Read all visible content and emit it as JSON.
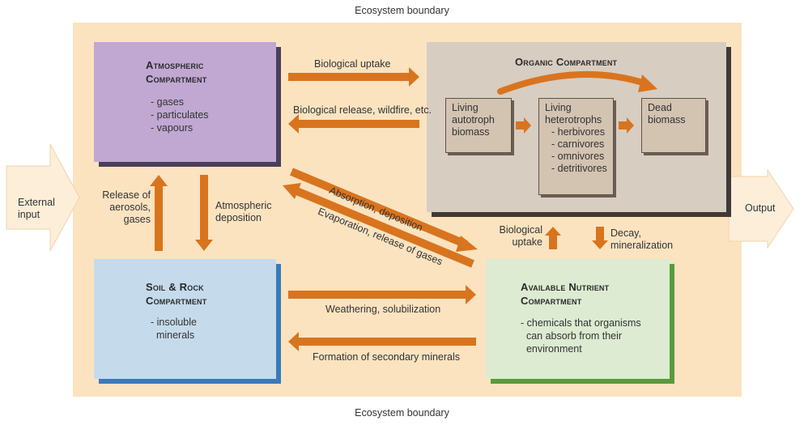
{
  "boundary": {
    "top_label": "Ecosystem boundary",
    "bottom_label": "Ecosystem boundary"
  },
  "io": {
    "external_input": "External\ninput",
    "output": "Output"
  },
  "compartments": {
    "atmospheric": {
      "title": "Atmospheric\nCompartment",
      "items": [
        "- gases",
        "- particulates",
        "- vapours"
      ]
    },
    "organic": {
      "title": "Organic Compartment",
      "living_autotroph": "Living\nautotroph\nbiomass",
      "living_heterotrophs": "Living\nheterotrophs",
      "heterotroph_items": [
        "- herbivores",
        "- carnivores",
        "- omnivores",
        "- detritivores"
      ],
      "dead_biomass": "Dead\nbiomass"
    },
    "soil_rock": {
      "title": "Soil & Rock\nCompartment",
      "items": [
        "- insoluble\n  minerals"
      ]
    },
    "nutrient": {
      "title": "Available Nutrient\nCompartment",
      "description": "- chemicals that organisms\n  can absorb from their\n  environment"
    }
  },
  "flows": {
    "biological_uptake_top": "Biological uptake",
    "biological_release": "Biological release, wildfire, etc.",
    "release_aerosols": "Release of\naerosols,\ngases",
    "atmospheric_deposition": "Atmospheric\ndeposition",
    "absorption_deposition": "Absorption, deposition",
    "evaporation_release": "Evaporation, release of gases",
    "biological_uptake_right": "Biological\nuptake",
    "decay_mineralization": "Decay,\nmineralization",
    "weathering": "Weathering, solubilization",
    "formation_minerals": "Formation of secondary minerals"
  },
  "colors": {
    "ecosystem_bg": "#fbe3c0",
    "io_arrow": "#fdeed9",
    "flow_arrow": "#d9741e",
    "atmospheric": "#c0a8d2",
    "organic": "#d7cdc1",
    "soil_rock": "#c5dbec",
    "nutrient": "#dcebd1"
  }
}
